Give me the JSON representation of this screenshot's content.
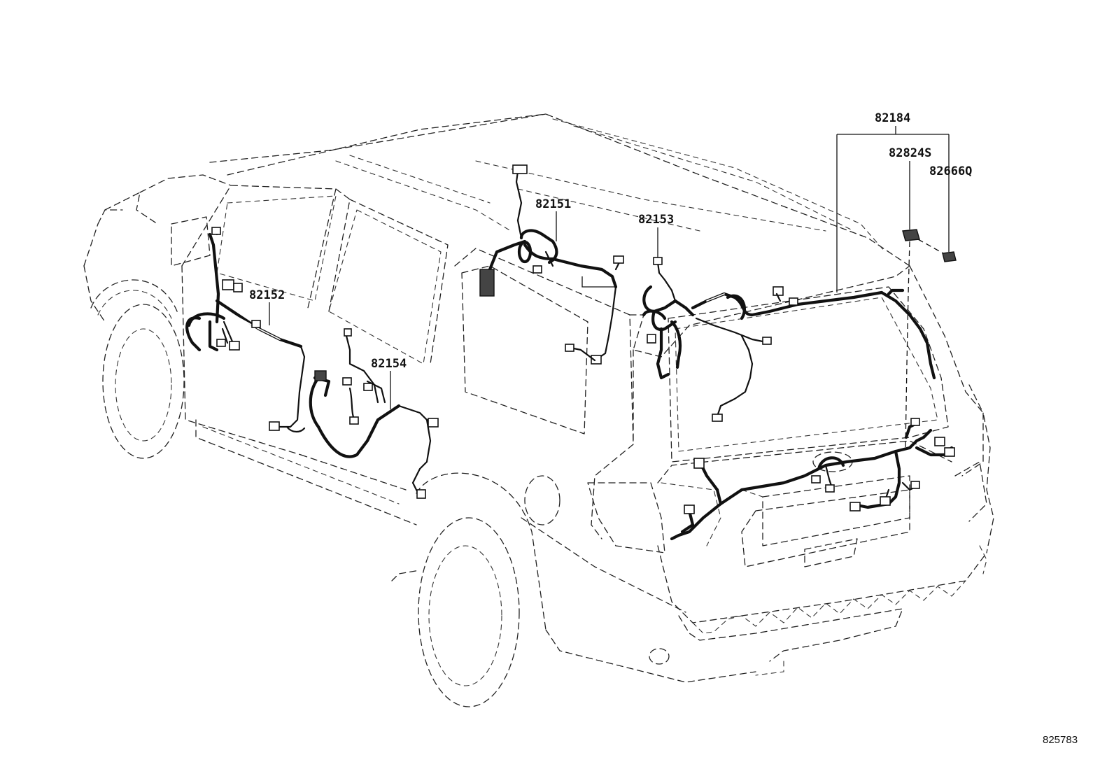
{
  "diagram": {
    "part_labels": [
      {
        "id": "82184",
        "text": "82184"
      },
      {
        "id": "82824S",
        "text": "82824S"
      },
      {
        "id": "82666Q",
        "text": "82666Q"
      },
      {
        "id": "82151",
        "text": "82151"
      },
      {
        "id": "82153",
        "text": "82153"
      },
      {
        "id": "82152",
        "text": "82152"
      },
      {
        "id": "82154",
        "text": "82154"
      }
    ],
    "reference_number": "825783"
  }
}
